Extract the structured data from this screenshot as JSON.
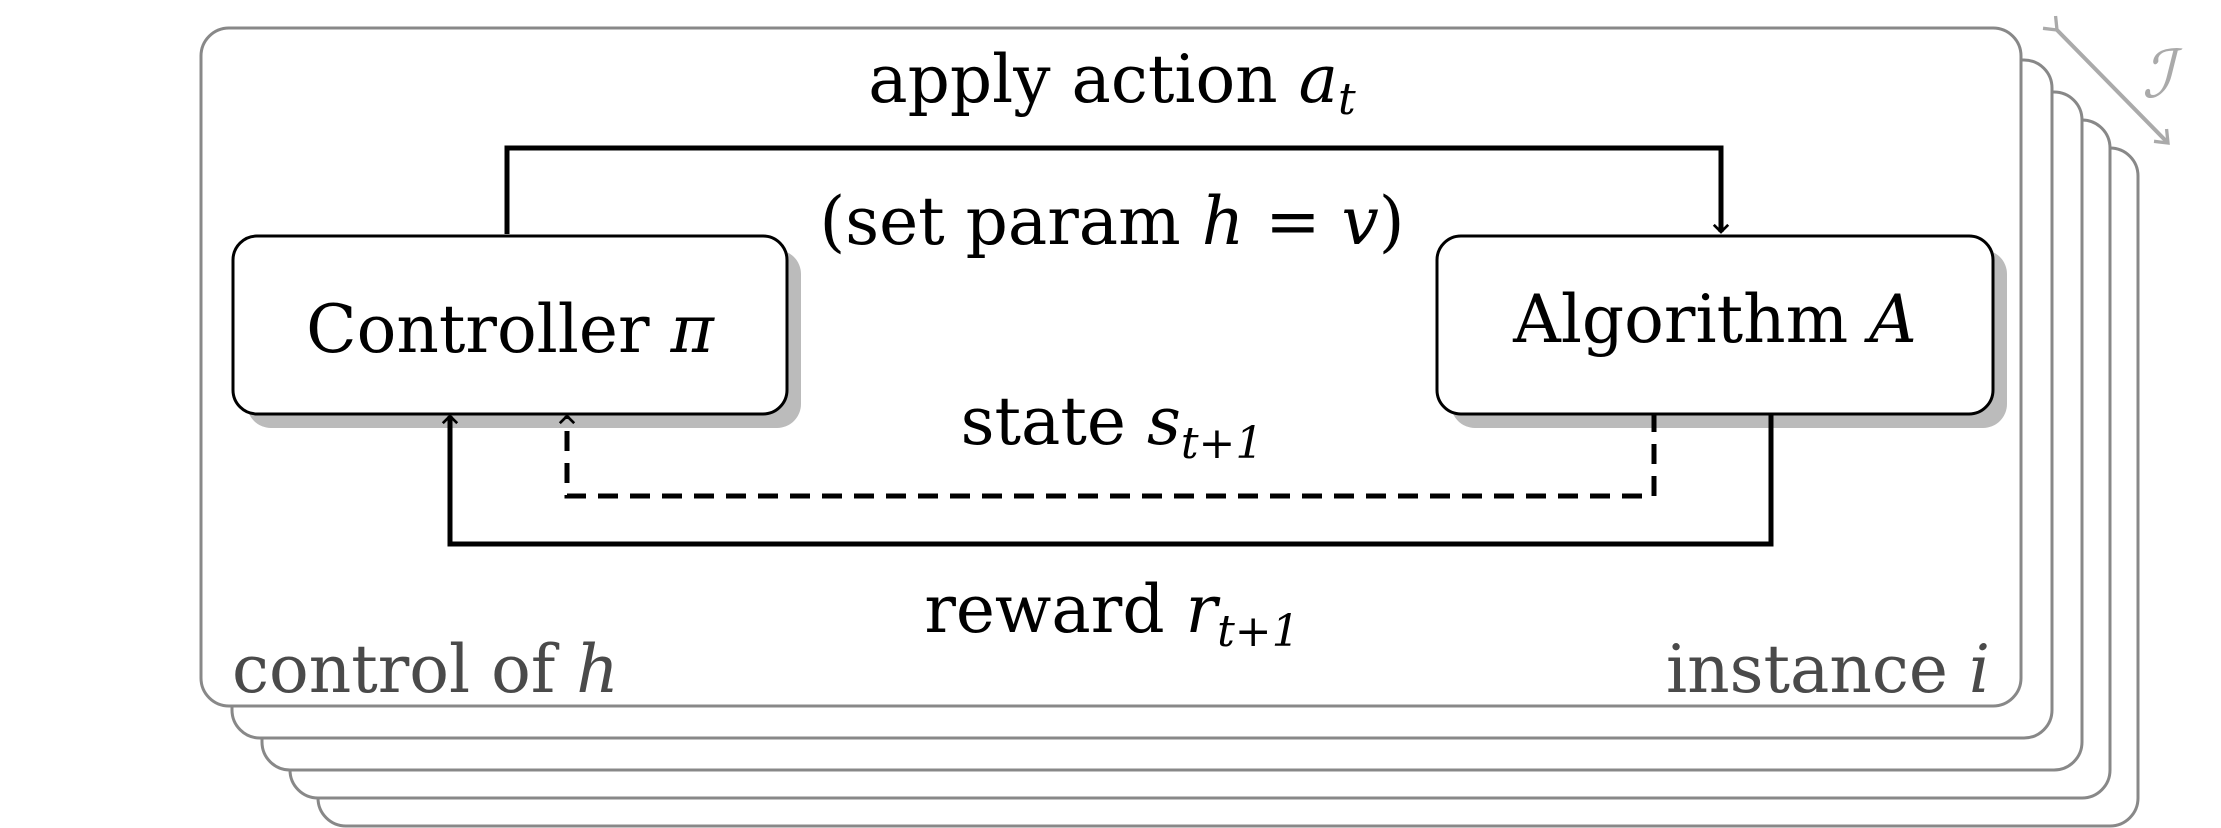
{
  "diagram": {
    "edges": {
      "action": {
        "prefix": "apply action ",
        "var": "a",
        "sub": "t",
        "detail_open": "(set param ",
        "detail_var": "h",
        "detail_eq": " = ",
        "detail_val": "v",
        "detail_close": ")"
      },
      "state": {
        "prefix": "state ",
        "var": "s",
        "sub": "t+1"
      },
      "reward": {
        "prefix": "reward ",
        "var": "r",
        "sub": "t+1"
      }
    },
    "nodes": {
      "controller": {
        "label": "Controller ",
        "var": "π"
      },
      "algorithm": {
        "label": "Algorithm ",
        "var": "A"
      }
    },
    "frame": {
      "control_label": "control of ",
      "control_var": "h",
      "instance_label": "instance ",
      "instance_var": "i",
      "stack_symbol": "ℐ"
    },
    "colors": {
      "frame_stroke": "#888888",
      "shadow": "#bbbbbb",
      "arrow": "#000000",
      "stack_arrow": "#aaaaaa"
    }
  }
}
